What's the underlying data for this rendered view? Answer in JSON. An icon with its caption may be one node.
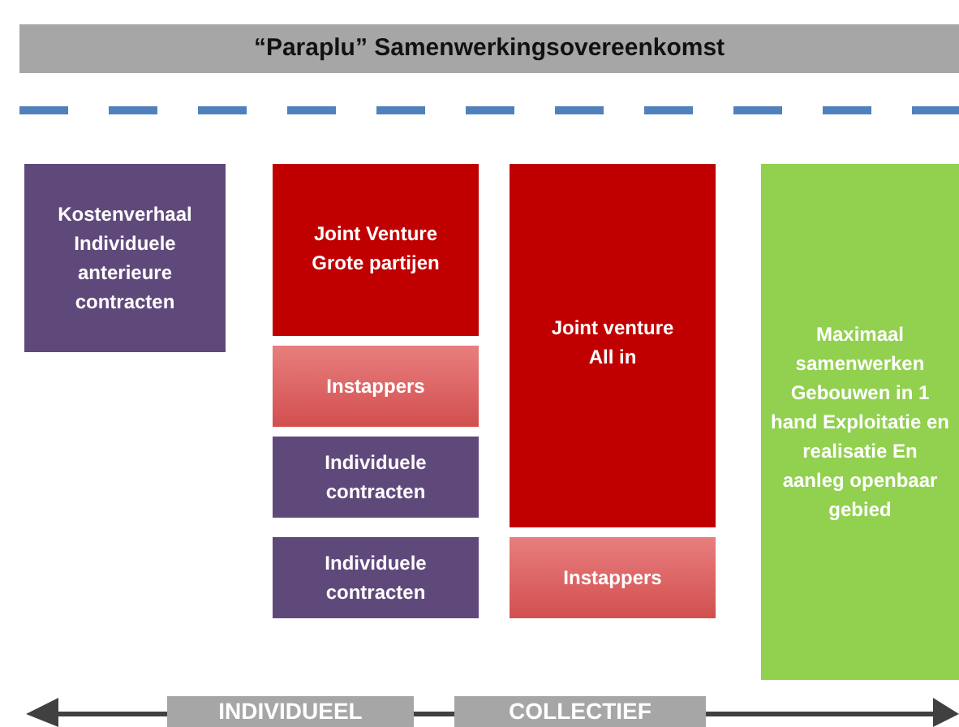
{
  "diagram": {
    "nodes": [
      {
        "text": [
          "“Paraplu” Samenwerkingsovereenkomst"
        ]
      },
      {
        "text": [
          "Kostenverhaal Individuele anterieure contracten"
        ]
      },
      {
        "text": [
          "Joint Venture Grote partijen"
        ]
      },
      {
        "text": [
          "Instappers"
        ]
      },
      {
        "text": [
          "Individuele contracten"
        ]
      },
      {
        "text": [
          "Individuele contracten"
        ]
      },
      {
        "text": [
          "Joint venture All in"
        ]
      },
      {
        "text": [
          "Instappers"
        ]
      },
      {
        "text": [
          "Maximaal samenwerken Gebouwen in 1 hand Exploitatie en realisatie En aanleg openbaar gebied"
        ]
      },
      {
        "text": [
          "INDIVIDUEEL"
        ]
      },
      {
        "text": [
          "COLLECTIEF"
        ]
      }
    ],
    "edges": []
  }
}
